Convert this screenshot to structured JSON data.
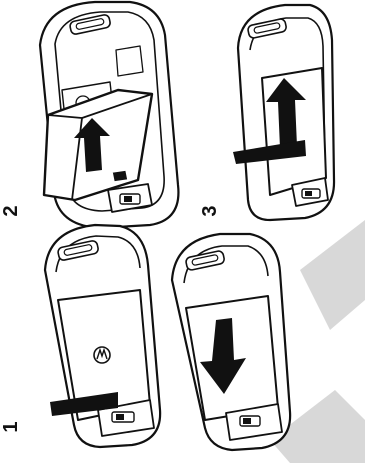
{
  "figure": {
    "description_steps": [
      "1",
      "2",
      "3"
    ],
    "colors": {
      "line": "#111111",
      "fill": "#ffffff",
      "watermark": "#d8d8d8"
    },
    "icons": [
      "phone-back-icon",
      "battery-icon",
      "arrow-up-icon",
      "arrow-down-icon",
      "arrow-left-icon",
      "motorola-logo-icon"
    ]
  }
}
